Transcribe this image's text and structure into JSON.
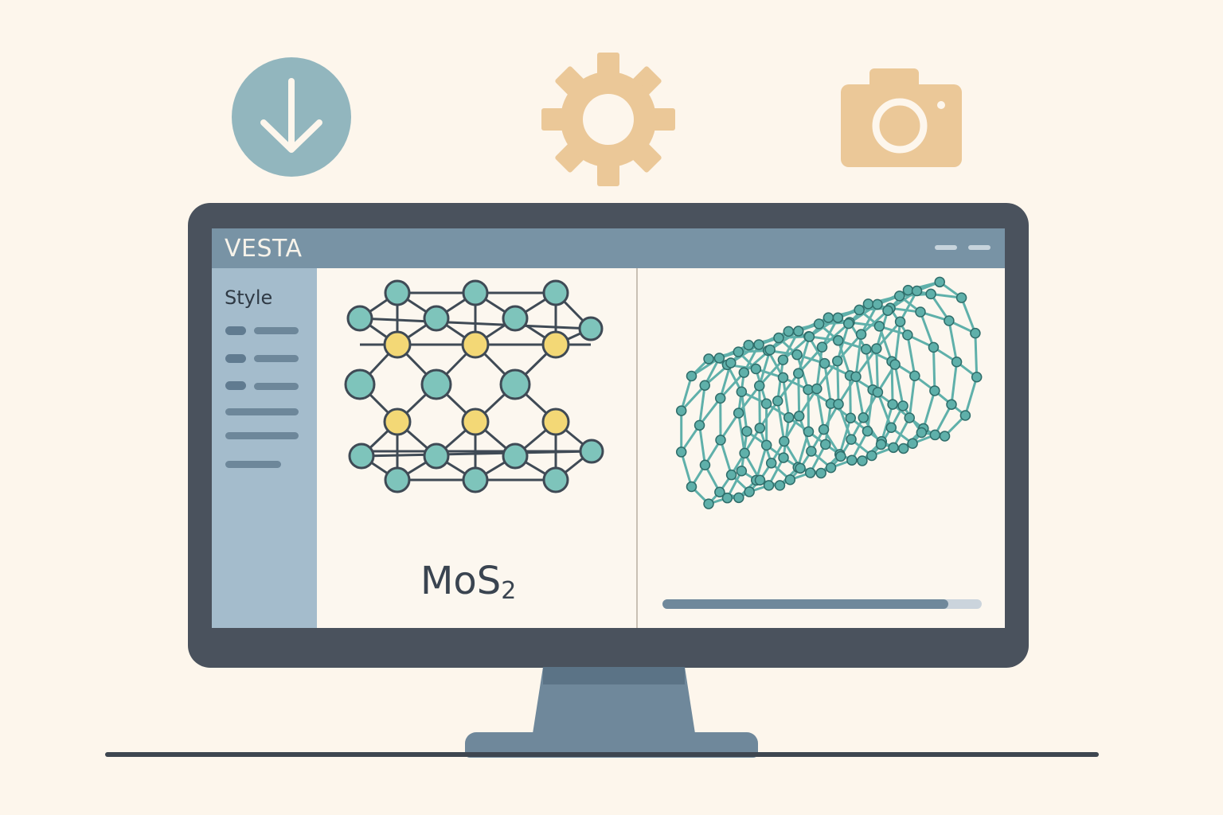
{
  "app": {
    "title": "VESTA"
  },
  "sidebar": {
    "title": "Style"
  },
  "structure": {
    "formula_base": "MoS",
    "formula_subscript": "2"
  },
  "progress": {
    "fraction": 0.896
  },
  "colors": {
    "background": "#fdf6ec",
    "titlebar": "#7893a5",
    "sidebar": "#a4bccc",
    "atom_mo": "#7ec4bb",
    "atom_s": "#f3d876",
    "nanotube": "#5fb0aa",
    "bond": "#3f4a55",
    "accent_orange": "#ebc898",
    "accent_blue": "#92b6be"
  },
  "icons": {
    "top": [
      "download-icon",
      "gear-icon",
      "camera-icon"
    ]
  }
}
